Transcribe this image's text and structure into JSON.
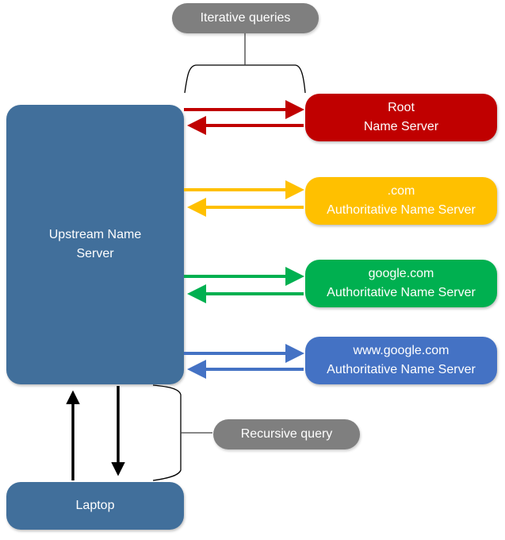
{
  "diagram": {
    "labels": {
      "iterative": "Iterative queries",
      "recursive": "Recursive query"
    },
    "upstream": {
      "line1": "Upstream Name",
      "line2": "Server",
      "color": "#416f9b"
    },
    "laptop": {
      "label": "Laptop",
      "color": "#416f9b"
    },
    "servers": [
      {
        "line1": "Root",
        "line2": "Name Server",
        "color": "#c00000"
      },
      {
        "line1": ".com",
        "line2": "Authoritative Name Server",
        "color": "#ffc000"
      },
      {
        "line1": "google.com",
        "line2": "Authoritative Name Server",
        "color": "#00b050"
      },
      {
        "line1": "www.google.com",
        "line2": "Authoritative Name Server",
        "color": "#4472c4"
      }
    ],
    "label_color": "#7f7f7f",
    "recursive_arrow_color": "#000000"
  }
}
